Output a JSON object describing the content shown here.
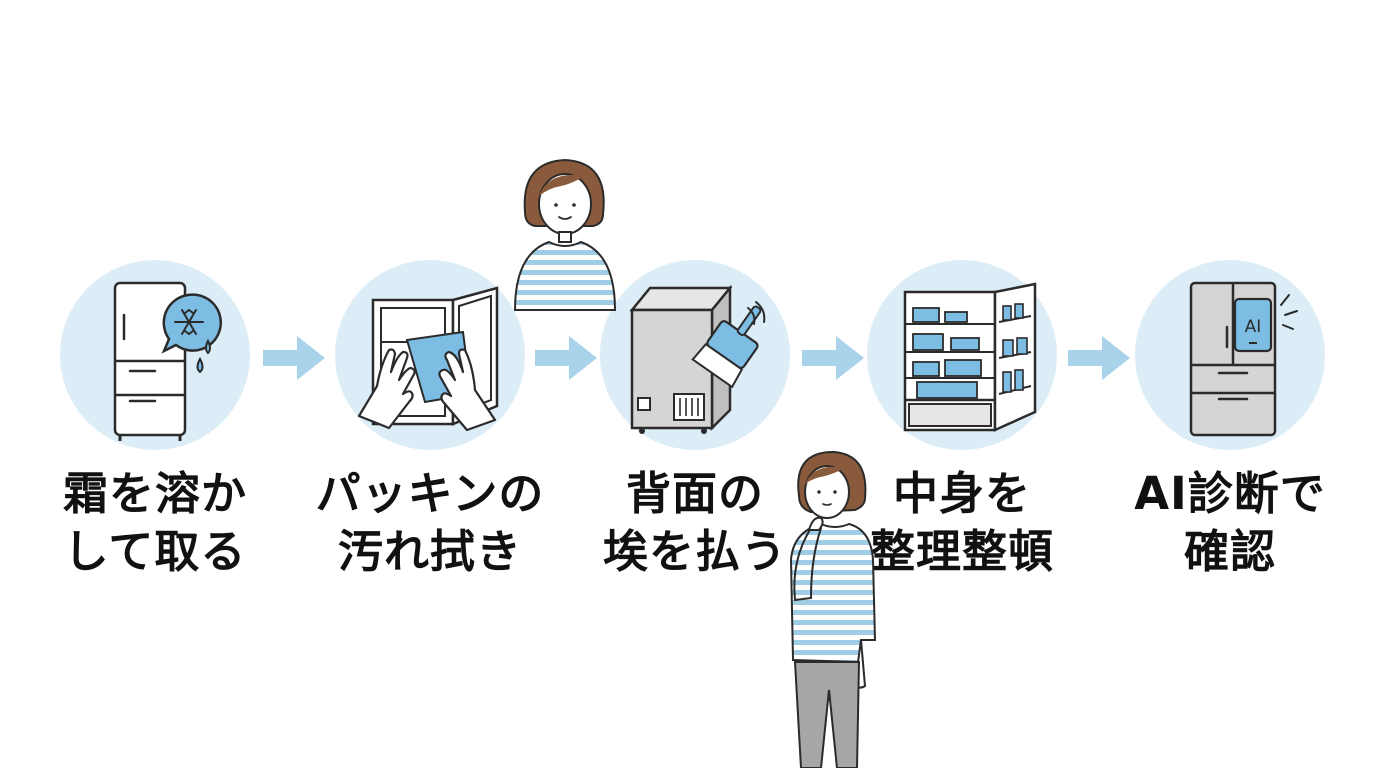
{
  "steps": [
    {
      "id": "defrost",
      "line1": "霜を溶か",
      "line2": "して取る",
      "icon": "fridge-snowflake-icon"
    },
    {
      "id": "gasket",
      "line1": "パッキンの",
      "line2": "汚れ拭き",
      "icon": "hands-cloth-icon"
    },
    {
      "id": "back",
      "line1": "背面の",
      "line2": "埃を払う",
      "icon": "fridge-brush-icon"
    },
    {
      "id": "organize",
      "line1": "中身を",
      "line2": "整理整頓",
      "icon": "open-fridge-shelves-icon"
    },
    {
      "id": "ai",
      "line1": "AI診断で",
      "line2": "確認",
      "icon": "ai-fridge-icon"
    }
  ],
  "ai_screen_text": "AI",
  "colors": {
    "circle": "#dcedf7",
    "arrow": "#a9d3ea",
    "accent": "#7dbde3",
    "line": "#2b2b2b",
    "fridge_gray": "#d5d5d5",
    "hair": "#8a5a3c",
    "pants": "#a6a6a6"
  }
}
